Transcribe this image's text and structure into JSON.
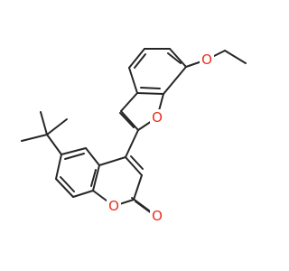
{
  "molecule": {
    "atom_labels": {
      "ether_oxygen": "O",
      "furan_oxygen": "O",
      "lactone_ring_oxygen": "O",
      "carbonyl_oxygen": "O"
    },
    "colors": {
      "bond": "#262626",
      "oxygen": "#e8301e",
      "background": "#ffffff"
    }
  }
}
